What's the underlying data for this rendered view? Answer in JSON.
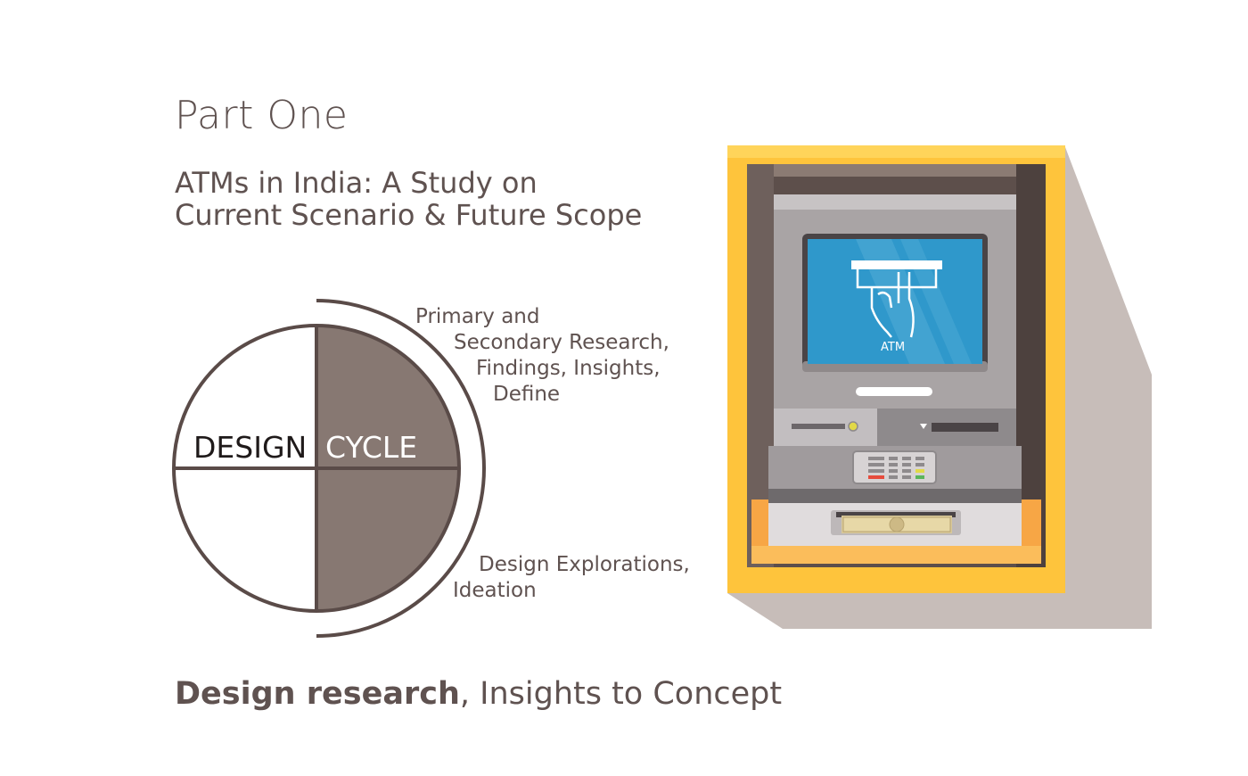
{
  "header": {
    "part_title": "Part One",
    "subtitle_line1": "ATMs in India: A Study on",
    "subtitle_line2": "Current Scenario & Future Scope"
  },
  "design_cycle": {
    "left_word": "DESIGN",
    "right_word": "CYCLE",
    "phase_research": [
      "Primary and",
      "Secondary Research,",
      "Findings, Insights,",
      "Define"
    ],
    "phase_exploration": [
      "Design Explorations,",
      "Ideation"
    ],
    "colors": {
      "filled": "#877872",
      "outline": "#5a4b48"
    }
  },
  "atm": {
    "screen_label": "ATM",
    "colors": {
      "frame": "#fec43c",
      "shadow": "#c7bdb9",
      "screen": "#2f98cb",
      "body": "#a9a4a5"
    }
  },
  "footer": {
    "bold": "Design research",
    "rest": ", Insights to Concept"
  }
}
